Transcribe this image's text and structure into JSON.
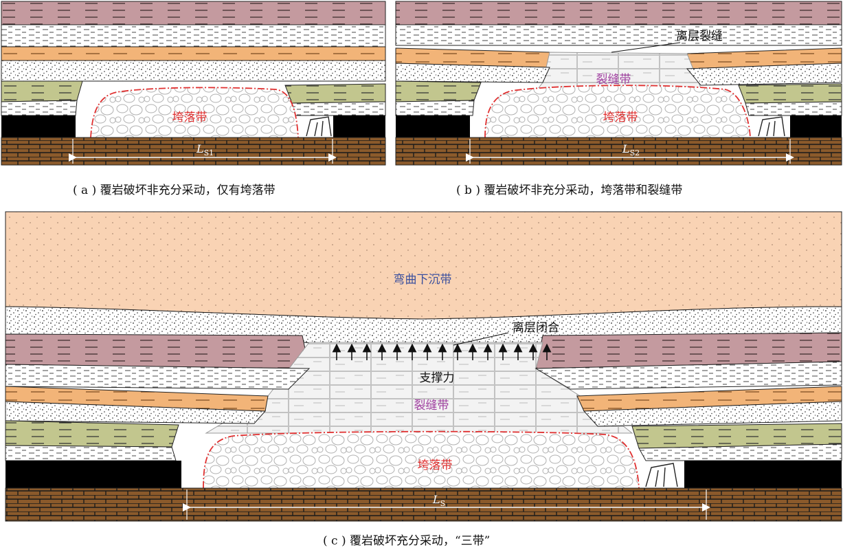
{
  "panel_a": {
    "caving_zone": "垮落带",
    "span_main": "L",
    "span_sub": "S1",
    "caption": "( a ) 覆岩破坏非充分采动，仅有垮落带"
  },
  "panel_b": {
    "separation_fracture": "离层裂缝",
    "fracture_zone": "裂缝带",
    "caving_zone": "垮落带",
    "span_main": "L",
    "span_sub": "S2",
    "caption": "( b ) 覆岩破坏非充分采动，垮落带和裂缝带"
  },
  "panel_c": {
    "bending_zone": "弯曲下沉带",
    "separation_closed": "离层闭合",
    "support_force": "支撑力",
    "fracture_zone": "裂缝带",
    "caving_zone": "垮落带",
    "span_main": "L",
    "span_sub": "S",
    "caption": "( c ) 覆岩破坏充分采动，“三带”"
  },
  "colors": {
    "mudstone": "#c49a9f",
    "sandstone_orange": "#f2b478",
    "shale_green": "#c2c68e",
    "bending_zone": "#f9d3b4",
    "coal": "#000000",
    "floor_brick": "#8b5a2b",
    "caving_boundary": "#e03030",
    "caving_label": "#e03030",
    "fracture_label": "#a040a0",
    "bending_label": "#3a4f9e"
  }
}
